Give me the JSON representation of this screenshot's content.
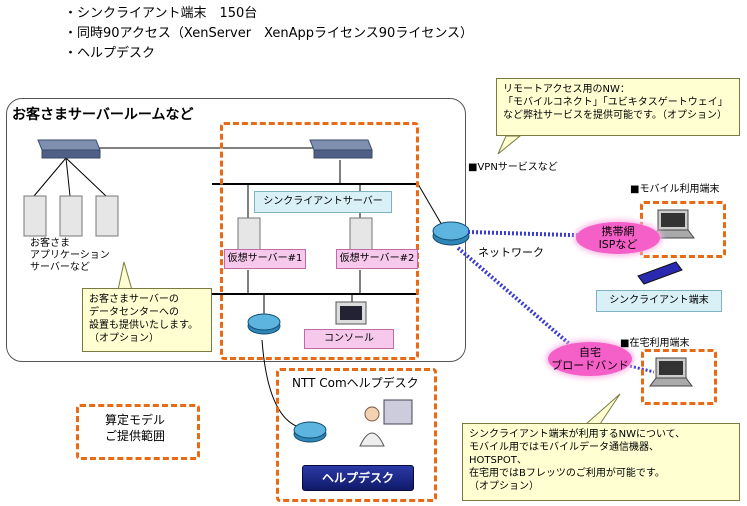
{
  "bullets": [
    "・シンクライアント端末　150台",
    "・同時90アクセス（XenServer　XenAppライセンス90ライセンス）",
    "・ヘルプデスク"
  ],
  "room": {
    "title": "お客さまサーバールームなど",
    "app_server_label": [
      "お客さま",
      "アプリケーション",
      "サーバーなど"
    ]
  },
  "thin_client_server": "シンクライアントサーバー",
  "virtual_servers": [
    "仮想サーバー#1",
    "仮想サーバー#2"
  ],
  "console": "コンソール",
  "callouts": {
    "server": [
      "お客さまサーバーの",
      "データセンターへの",
      "設置も提供いたします。",
      "（オプション）"
    ],
    "remote_nw": [
      "リモートアクセス用のNW：",
      "「モバイルコネクト」「ユビキタスゲートウェイ」",
      "など弊社サービスを提供可能です。（オプション）"
    ],
    "thin_client_nw": [
      "シンクライアント端末が利用するNWについて、",
      "モバイル用ではモバイルデータ通信機器、",
      "HOTSPOT、",
      "在宅用ではBフレッツのご利用が可能です。",
      "（オプション）"
    ]
  },
  "network": {
    "vpn_label": "■VPNサービスなど",
    "network_label": "ネットワーク",
    "isp": [
      "携帯網",
      "ISPなど"
    ],
    "home_broadband": [
      "自宅",
      "ブロードバンド"
    ]
  },
  "terminals": {
    "mobile_label": "■モバイル利用端末",
    "home_label": "■在宅利用端末",
    "thin_client_terminal": "シンクライアント端末"
  },
  "helpdesk": {
    "title": "NTT Comヘルプデスク",
    "badge": "ヘルプデスク"
  },
  "legend": [
    "算定モデル",
    "ご提供範囲"
  ],
  "colors": {
    "scope_dash": "#e86a14",
    "pill": "#f55fc8",
    "callout_bg": "#ffffd2",
    "badge_bg": "#1a2a8a"
  }
}
